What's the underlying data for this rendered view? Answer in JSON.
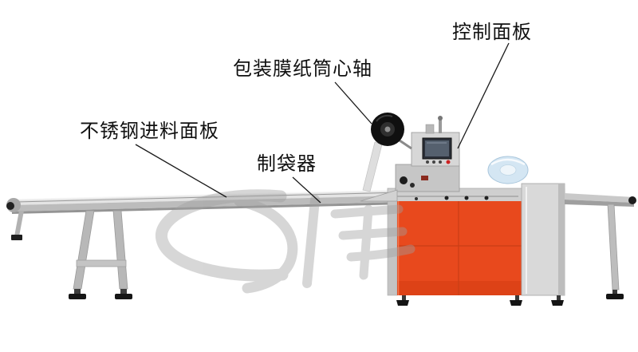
{
  "diagram": {
    "labels": {
      "control_panel": "控制面板",
      "film_roll_mandrel": "包装膜纸筒心轴",
      "stainless_feed_panel": "不锈钢进料面板",
      "bag_former": "制袋器"
    },
    "colors": {
      "background": "#ffffff",
      "machine_body_orange": "#e8491d",
      "frame_silver": "#cfcfcf",
      "film_roll_black": "#101010",
      "film_roll_blue": "#d4e6f3",
      "label_text": "#111111",
      "leader_line": "#1a1a1a",
      "watermark_gray": "#bcbcbc"
    }
  }
}
